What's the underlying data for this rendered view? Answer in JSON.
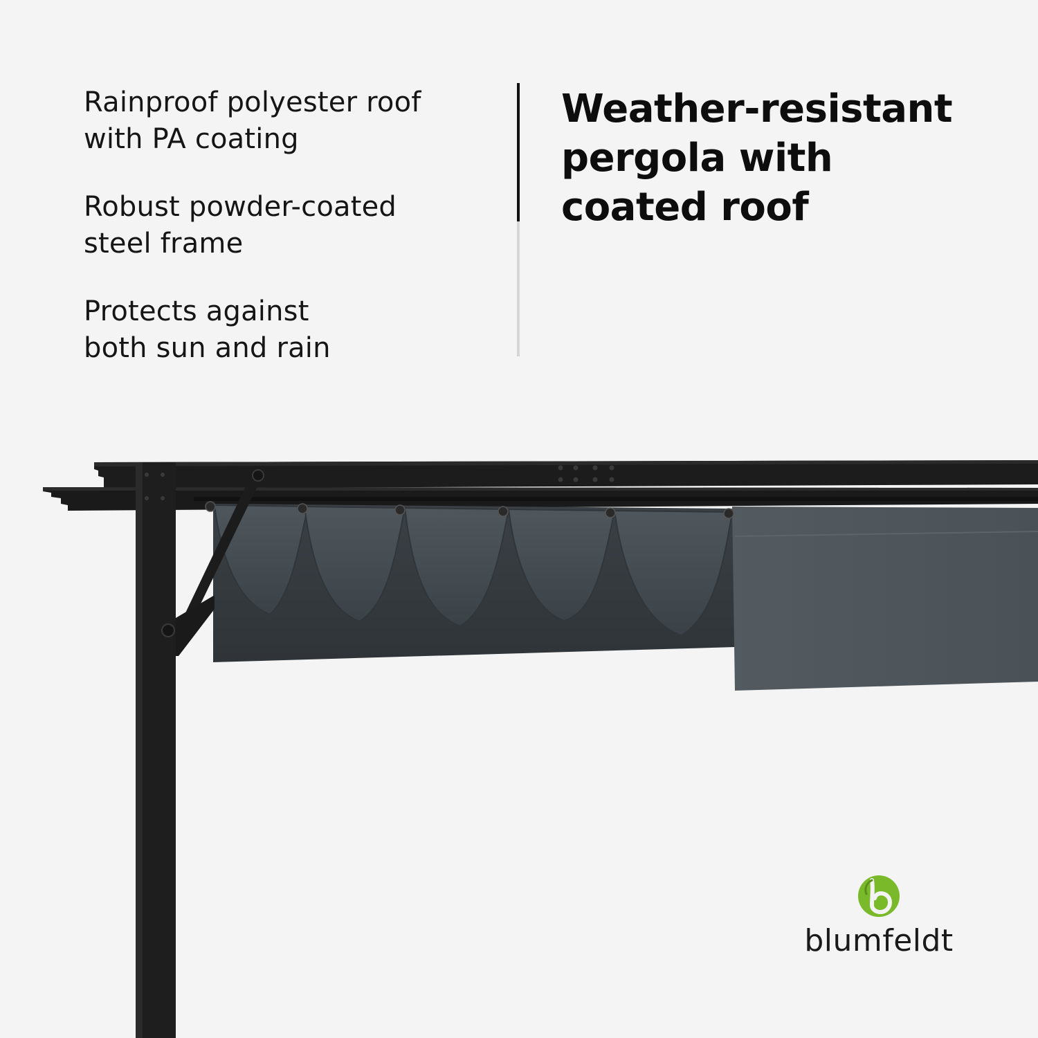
{
  "features": [
    {
      "text": "Rainproof polyester roof\nwith PA coating"
    },
    {
      "text": "Robust powder-coated\nsteel frame"
    },
    {
      "text": "Protects against\nboth sun and rain"
    }
  ],
  "headline": "Weather-resistant\npergola with\ncoated roof",
  "brand": {
    "name": "blumfeldt",
    "logo_icon": "blumfeldt-b-leaf-icon",
    "logo_color": "#7ab929"
  },
  "illustration": {
    "icon": "pergola-retractable-roof-illustration",
    "frame_color": "#1c1c1c",
    "fabric_color": "#4d5459"
  },
  "colors": {
    "background": "#f4f4f4",
    "text": "#151515",
    "divider_dark": "#111111",
    "divider_light": "#d6d6d6"
  }
}
